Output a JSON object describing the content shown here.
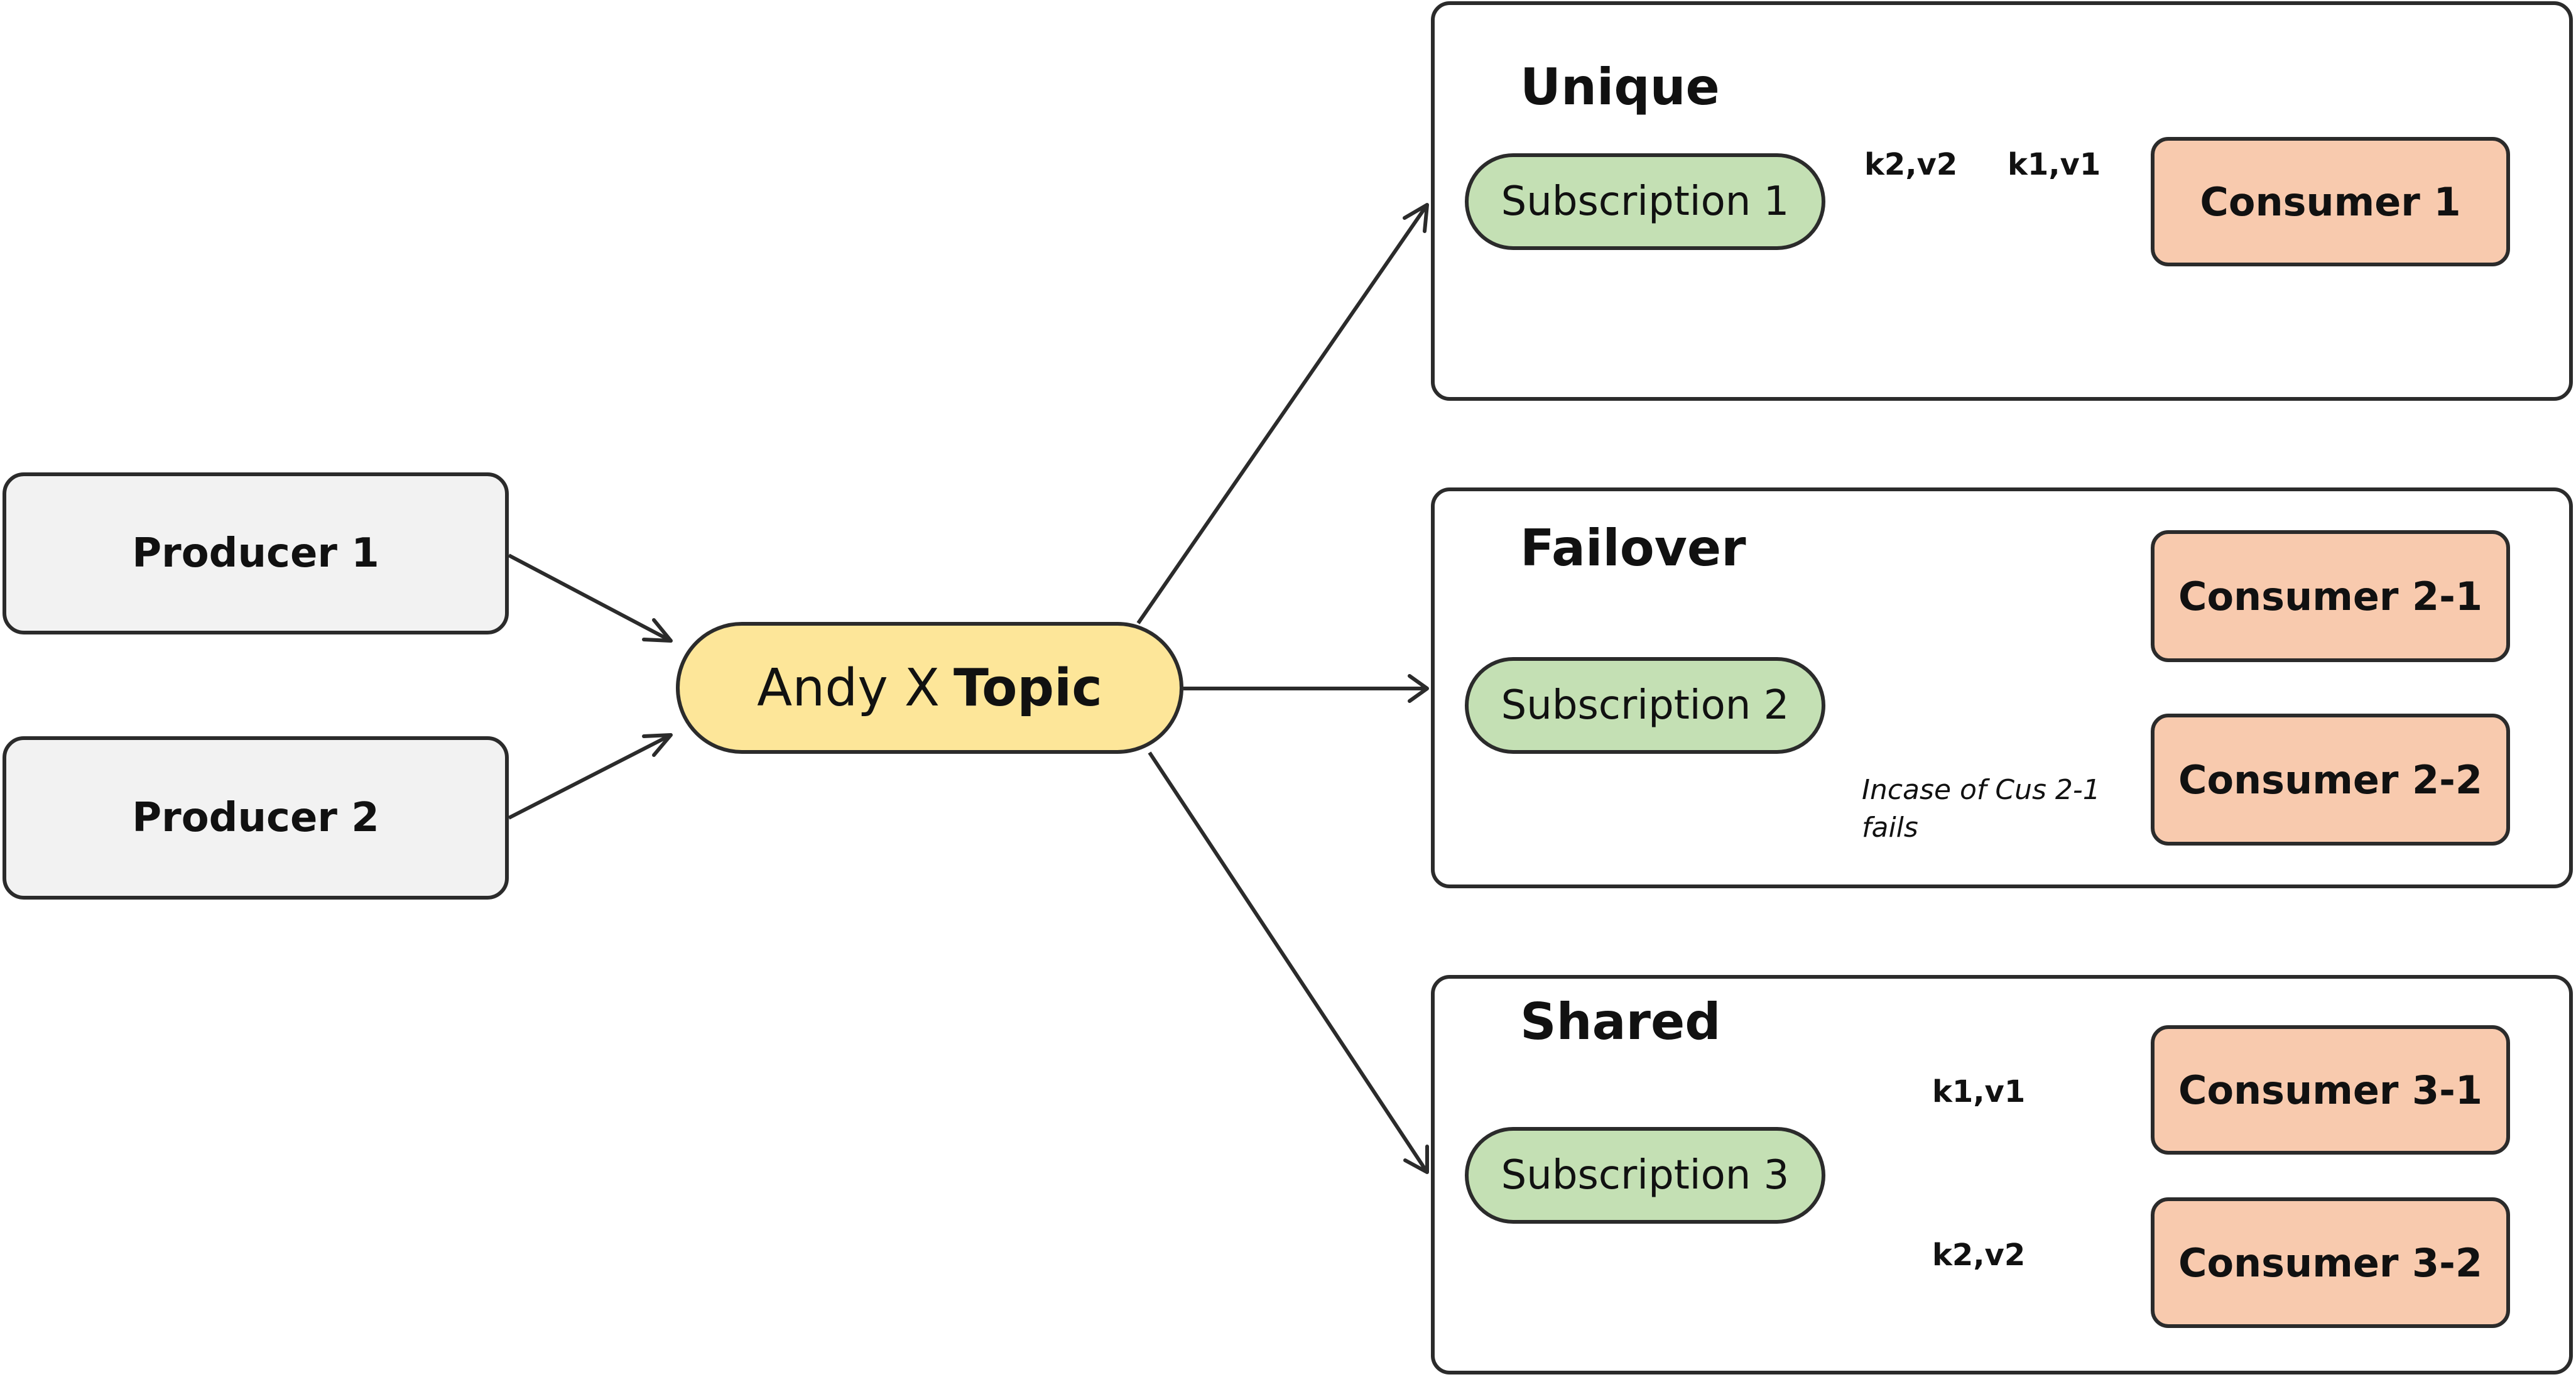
{
  "producers": [
    {
      "label": "Producer 1"
    },
    {
      "label": "Producer 2"
    }
  ],
  "topic": {
    "prefix": "Andy X",
    "label": "Topic"
  },
  "panels": {
    "unique": {
      "title": "Unique",
      "subscription": "Subscription 1",
      "consumer": "Consumer 1",
      "messages": [
        "k2,v2",
        "k1,v1"
      ]
    },
    "failover": {
      "title": "Failover",
      "subscription": "Subscription 2",
      "consumers": [
        "Consumer 2-1",
        "Consumer 2-2"
      ],
      "note": "Incase of Cus 2-1 fails"
    },
    "shared": {
      "title": "Shared",
      "subscription": "Subscription 3",
      "consumers": [
        "Consumer 3-1",
        "Consumer 3-2"
      ],
      "messages": [
        "k1,v1",
        "k2,v2"
      ]
    }
  },
  "colors": {
    "stroke": "#2b2b2b",
    "producer_fill": "#f2f2f2",
    "topic_fill": "#fde699",
    "subscription_fill": "#c4e0b4",
    "consumer_fill": "#f8caae"
  }
}
